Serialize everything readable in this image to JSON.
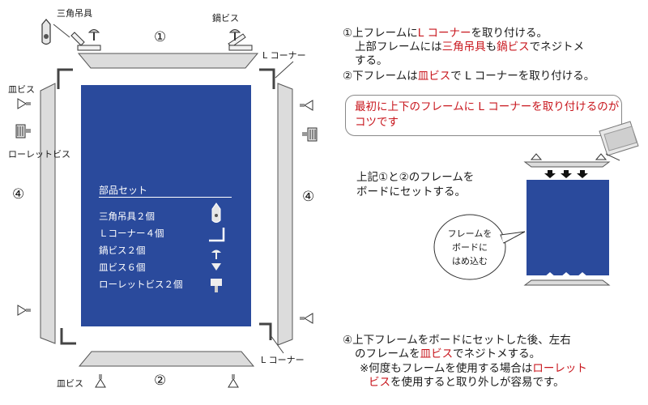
{
  "labels": {
    "hanger": "三角吊具",
    "pan_screw": "鍋ビス",
    "corner_top": "L コーナー",
    "corner_bottom": "L コーナー",
    "flat_screw_left": "皿ビス",
    "flat_screw_bottom": "皿ビス",
    "knurled": "ローレットビス",
    "num1": "①",
    "num2": "②",
    "num4_left": "④",
    "num4_right": "④"
  },
  "kit": {
    "title": "部品セット",
    "items": [
      {
        "text": "三角吊具２個",
        "icon": "triangle-hanger-icon"
      },
      {
        "text": "Ｌコーナー４個",
        "icon": "l-corner-icon"
      },
      {
        "text": "鍋ビス２個",
        "icon": "pan-screw-icon"
      },
      {
        "text": "皿ビス６個",
        "icon": "flat-screw-icon"
      },
      {
        "text": "ローレットビス２個",
        "icon": "knurled-screw-icon"
      }
    ]
  },
  "instructions": {
    "step1": {
      "line1_a": "①上フレームに",
      "line1_red": "L コーナー",
      "line1_b": "を取り付ける。",
      "line2_a": "上部フレームには",
      "line2_red1": "三角吊具",
      "line2_b": "も",
      "line2_red2": "鍋ビス",
      "line2_c": "でネジトメ",
      "line3": "する。"
    },
    "step2": {
      "a": "②下フレームは",
      "red": "皿ビス",
      "b": "で L コーナーを取り付ける。"
    },
    "tip": "最初に上下のフレームに L コーナーを取り付けるのがコツです",
    "inset_line1": "上記①と②のフレームを",
    "inset_line2": "ボードにセットする。",
    "bubble_lines": [
      "フレームを",
      "ボードに",
      "はめ込む"
    ],
    "step4": {
      "line1": "④上下フレームをボードにセットした後、左右",
      "line2_a": "のフレームを",
      "line2_red": "皿ビス",
      "line2_b": "でネジトメする。",
      "line3_a": "※何度もフレームを使用する場合は",
      "line3_red": "ローレット",
      "line4_red": "ビス",
      "line4_b": "を使用すると取り外しが容易です。"
    }
  },
  "colors": {
    "board": "#2a4a9c",
    "frame": "#dcdcdc",
    "accent_red": "#c8161d"
  }
}
